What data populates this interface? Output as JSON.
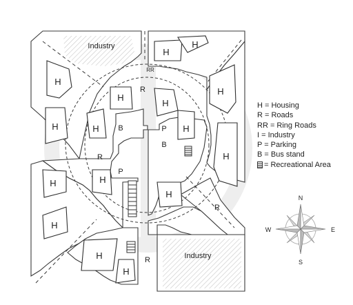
{
  "map": {
    "labels": {
      "industry_top": "Industry",
      "industry_bottom": "Industry",
      "housing": "H",
      "roads": "R",
      "ring_roads": "RR",
      "parking": "P",
      "bus_stand": "B"
    },
    "legend": [
      {
        "text": "H = Housing"
      },
      {
        "text": "R = Roads"
      },
      {
        "text": "RR = Ring Roads"
      },
      {
        "text": "I = Industry"
      },
      {
        "text": "P = Parking"
      },
      {
        "text": "B = Bus stand"
      },
      {
        "text": "= Recreational Area",
        "swatch": "recreational-area"
      }
    ],
    "compass": {
      "n": "N",
      "s": "S",
      "e": "E",
      "w": "W"
    },
    "colors": {
      "line": "#3a3a3a",
      "hatch": "#c8c8c8",
      "watermark": "#eeeeee"
    }
  }
}
